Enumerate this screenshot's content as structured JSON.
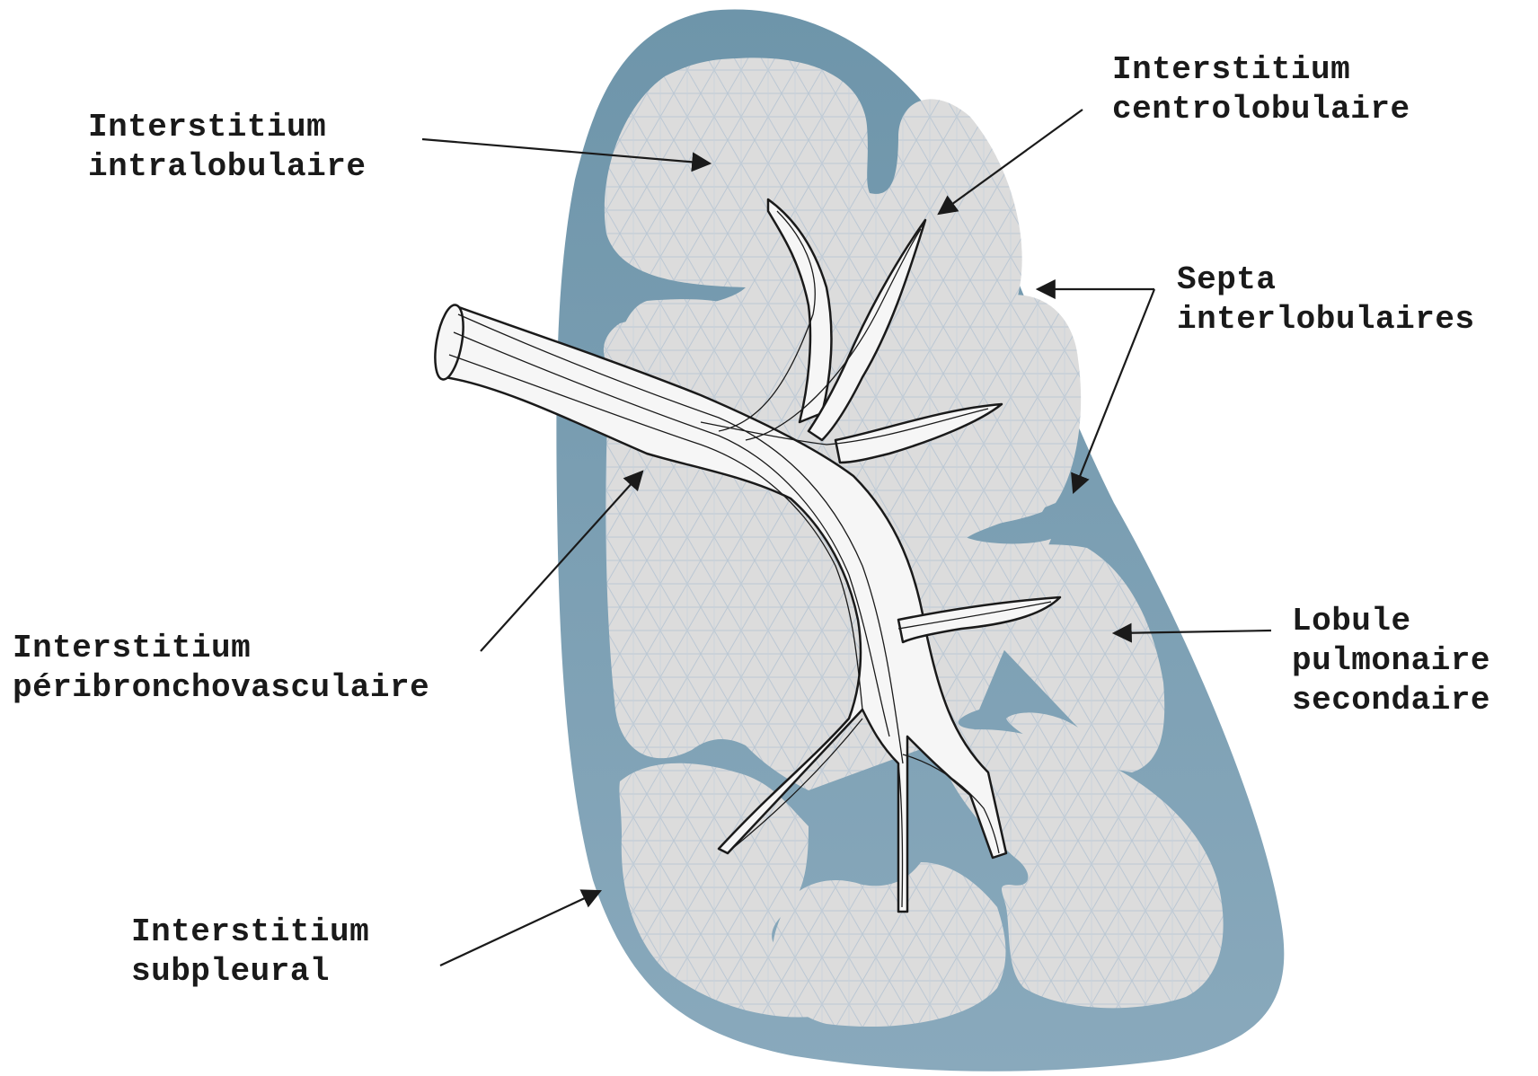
{
  "colors": {
    "pleura": "#7b9fb2",
    "lobule_fill": "#dcdcdc",
    "grid_line": "#b6c4d2",
    "bronchus_fill": "#f6f6f6",
    "stroke": "#1a1a1a"
  },
  "labels": {
    "intralobular": [
      "Interstitium",
      "intralobulaire"
    ],
    "centrilobular": [
      "Interstitium",
      "centrolobulaire"
    ],
    "septa": [
      "Septa",
      "interlobulaires"
    ],
    "lobule": [
      "Lobule",
      "pulmonaire",
      "secondaire"
    ],
    "peribronchovascular": [
      "Interstitium",
      "péribronchovasculaire"
    ],
    "subpleural": [
      "Interstitium",
      "subpleural"
    ]
  }
}
